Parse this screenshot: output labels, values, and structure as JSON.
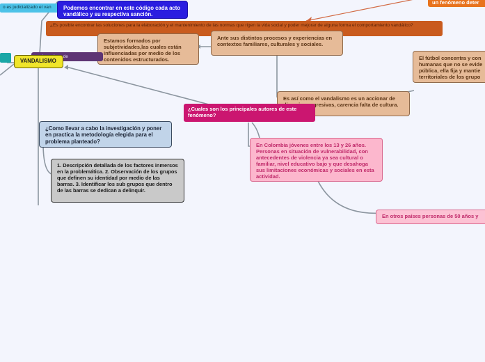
{
  "colors": {
    "background": "#f3f5fd",
    "blue": "#2a1de0",
    "orange": "#c95b1e",
    "orange_top": "#e8731d",
    "tan": "#e6bb98",
    "yellow": "#f0e52a",
    "purple": "#5e3574",
    "cyan": "#4cc2e8",
    "teal": "#1aa7a7",
    "magenta": "#cb1670",
    "light_blue": "#c1d4e9",
    "gray": "#c9c9c9",
    "pink": "#fcb7cd",
    "link_gray": "#8c96a0"
  },
  "nodes": {
    "judicializado": "o es judicializado el van",
    "codigo": "Podemos encontrar en este código cada acto vandálico y su respectiva sanción.",
    "fenomeno_top": "un fenómeno deter",
    "soluciones": "¿Es posible encontrar las soluciones para la elaboración y el mantenimiento de las normas que rigen la vida social y poder mejorar de alguna forma el comportamiento vandálico?",
    "estamos_formados": "Estamos formados por subjetividades,las cuales están influenciadas por medio de los contenidos estructurados.",
    "procesos": "Ante sus distintos procesos y experiencias en contextos familiares, culturales y sociales.",
    "vandalismo": "VANDALISMO",
    "raices": "r a las raíces de",
    "futbol": "El fútbol concentra y con humanas que no se evide pública, ella fija y mantie territoriales de los grupo",
    "accionar": "Es así como el vandalismo es un accionar de dinamicas agresivas, carencia falta de cultura.",
    "autores": "¿Cuales son los principales autores de este fenómeno?",
    "investigacion": "¿Como llevar a cabo la investigación y poner en practica la metodología elegida para el problema plantead­o?",
    "pasos": "1. Descripción detallada de los factores inmersos en la problemática. 2. Observación de los grupos que definen su identidad por medio de las barras. 3. Identificar los sub grupos que dentro de las barras se dedican a delinquir.",
    "colombia": "En Colombia jóvenes entre los 13 y 26 años. Personas en situación de vulnerabilidad, con antecedentes de violencia ya sea cultural o familiar, nivel educativo bajo y que desahoga sus limitaciones económicas y sociales en esta actividad.",
    "otros_paises": "En otros países personas de 50 años y"
  }
}
